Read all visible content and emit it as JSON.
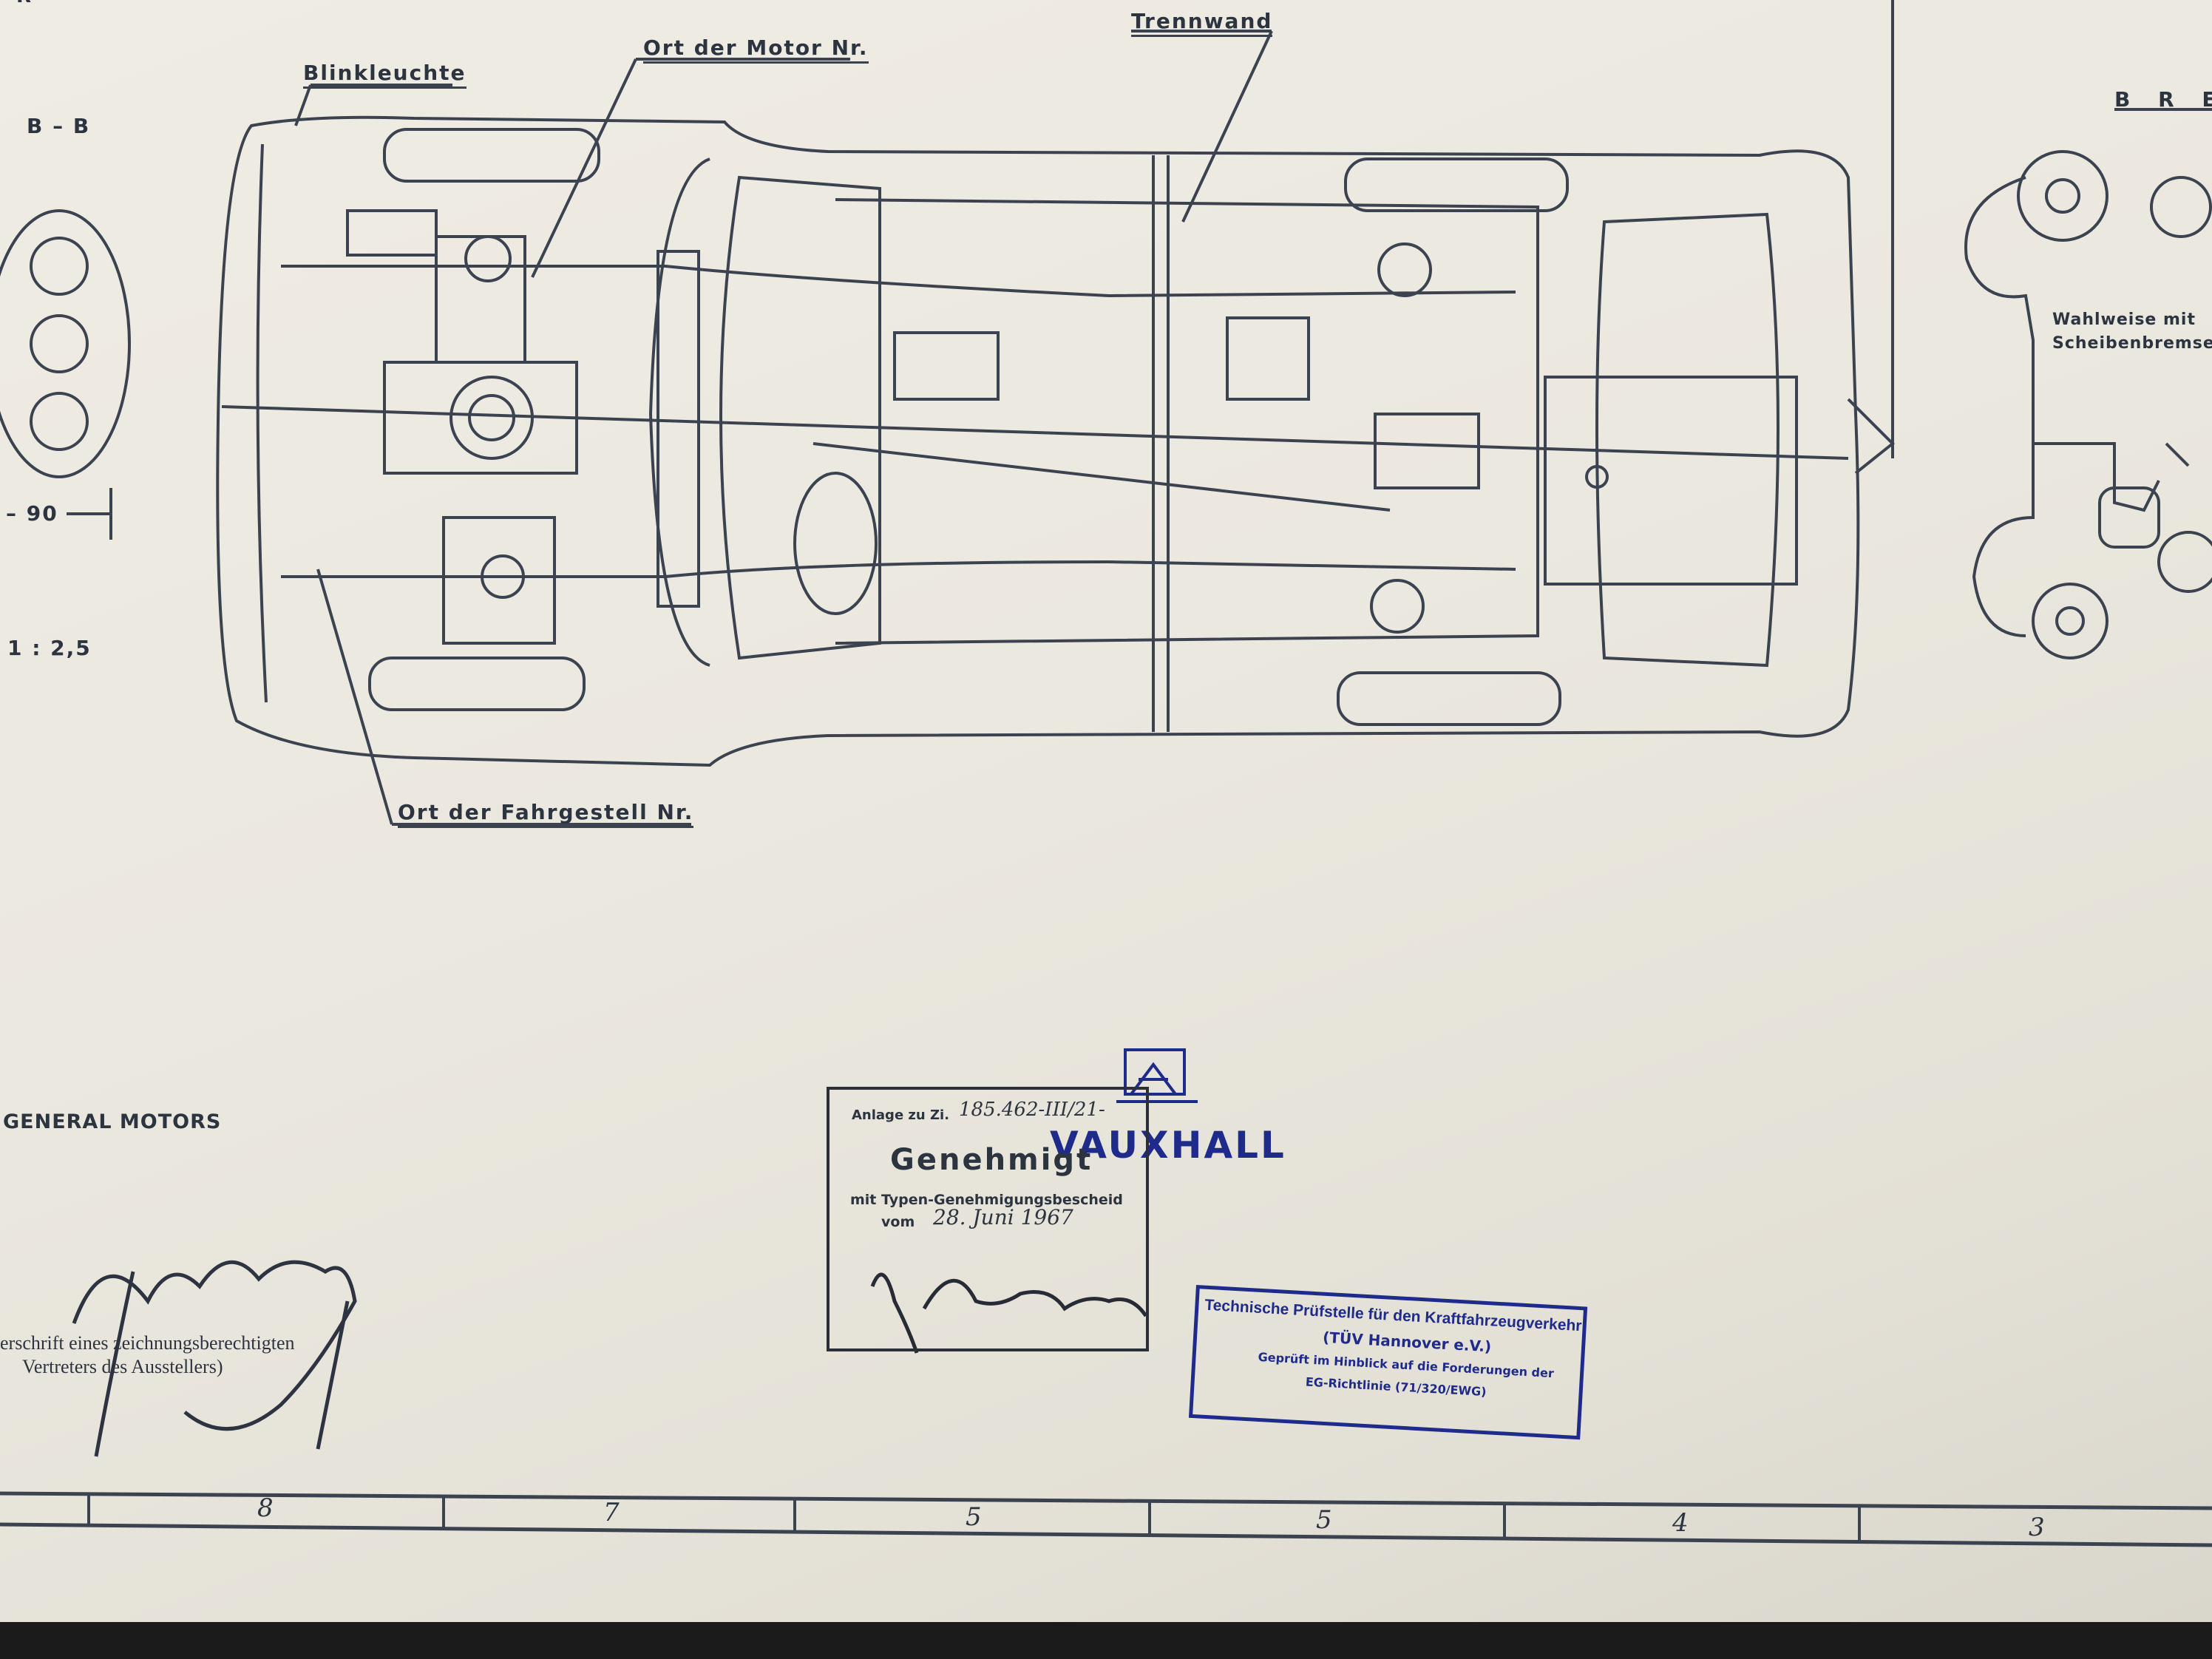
{
  "drawing": {
    "corner_mark": "R",
    "section_label": "B – B",
    "dimension_90": "– 90",
    "scale": "1 : 2,5",
    "right_title": "B R E",
    "callouts": {
      "blinkleuchte": "Blinkleuchte",
      "motor_nr": "Ort der Motor Nr.",
      "trennwand": "Trennwand",
      "fahrgestell_nr": "Ort der Fahrgestell Nr.",
      "scheibenbremsen_line1": "Wahlweise mit",
      "scheibenbremsen_line2": "Scheibenbremsen"
    }
  },
  "manufacturer": {
    "gm": "GENERAL  MOTORS",
    "brand": "VAUXHALL"
  },
  "signature_block": {
    "caption_line1": "erschrift eines zeichnungsberechtigten",
    "caption_line2": "Vertreters des Ausstellers)"
  },
  "approval_stamp": {
    "anlage_label": "Anlage zu Zi.",
    "anlage_number": "185.462-III/21-",
    "title": "Genehmigt",
    "subtitle": "mit Typen-Genehmigungsbescheid",
    "date_label": "vom",
    "date_value": "28. Juni 1967"
  },
  "tuev_stamp": {
    "line1": "Technische Prüfstelle für den Kraftfahrzeugverkehr",
    "line2": "(TÜV Hannover e.V.)",
    "line3": "Geprüft im Hinblick auf die Forderungen der",
    "line4": "EG-Richtlinie (71/320/EWG)"
  },
  "grid_ruler": {
    "numbers": [
      "8",
      "7",
      "5",
      "5",
      "4",
      "3"
    ]
  },
  "colors": {
    "paper": "#ebe8df",
    "ink": "#2c3440",
    "stamp_blue": "#1f2b8a"
  }
}
